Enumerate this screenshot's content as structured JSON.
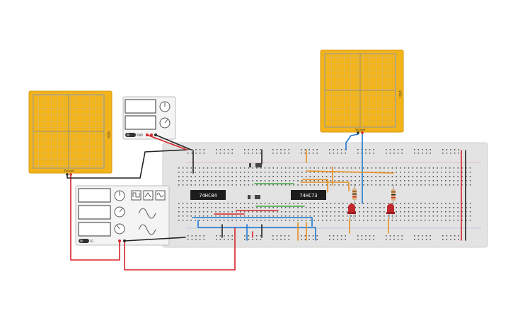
{
  "scope_left": {
    "brand": "Vscope",
    "unit": "V/Div"
  },
  "scope_right": {
    "brand": "Vscope",
    "unit": "V/Div"
  },
  "power_supply": {
    "badge": "PWR"
  },
  "function_generator": {
    "badge": "FG"
  },
  "ics": {
    "ic1": "74HC84",
    "ic2": "74HC73"
  },
  "colors": {
    "scope_frame": "#f2b31b",
    "wire_red": "#d8232a",
    "wire_black": "#222222",
    "wire_orange": "#e8901f",
    "wire_green": "#3aa83a",
    "wire_blue": "#1f78d1"
  }
}
